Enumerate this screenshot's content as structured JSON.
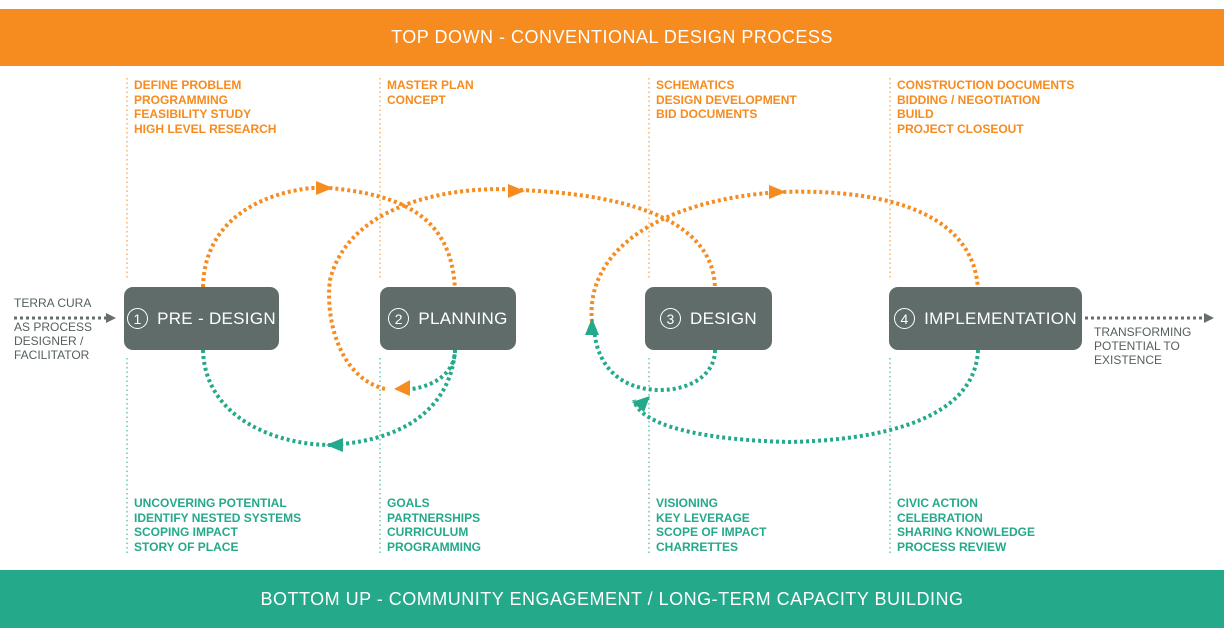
{
  "colors": {
    "orange": "#f68b1f",
    "green": "#24a98a",
    "stage": "#5f6c6a",
    "arrow_gray": "#666f6e"
  },
  "top_band": {
    "label": "TOP DOWN - CONVENTIONAL DESIGN PROCESS"
  },
  "bottom_band": {
    "label": "BOTTOM UP - COMMUNITY ENGAGEMENT /  LONG-TERM CAPACITY BUILDING"
  },
  "left_label": {
    "line1": "TERRA CURA",
    "line2": "AS PROCESS",
    "line3": "DESIGNER /",
    "line4": "FACILITATOR"
  },
  "right_label": {
    "line1": "TRANSFORMING",
    "line2": "POTENTIAL TO",
    "line3": "EXISTENCE"
  },
  "stages": [
    {
      "number": "1",
      "label": "PRE - DESIGN",
      "top": [
        "DEFINE PROBLEM",
        "PROGRAMMING",
        "FEASIBILITY STUDY",
        "HIGH LEVEL RESEARCH"
      ],
      "bottom": [
        "UNCOVERING POTENTIAL",
        "IDENTIFY NESTED SYSTEMS",
        "SCOPING IMPACT",
        "STORY OF PLACE"
      ]
    },
    {
      "number": "2",
      "label": "PLANNING",
      "top": [
        "MASTER PLAN",
        "CONCEPT"
      ],
      "bottom": [
        "GOALS",
        "PARTNERSHIPS",
        "CURRICULUM",
        "PROGRAMMING"
      ]
    },
    {
      "number": "3",
      "label": "DESIGN",
      "top": [
        "SCHEMATICS",
        "DESIGN DEVELOPMENT",
        "BID DOCUMENTS"
      ],
      "bottom": [
        "VISIONING",
        "KEY LEVERAGE",
        "SCOPE OF IMPACT",
        "CHARRETTES"
      ]
    },
    {
      "number": "4",
      "label": "IMPLEMENTATION",
      "top": [
        "CONSTRUCTION DOCUMENTS",
        "BIDDING / NEGOTIATION",
        "BUILD",
        "PROJECT CLOSEOUT"
      ],
      "bottom": [
        "CIVIC ACTION",
        "CELEBRATION",
        "SHARING  KNOWLEDGE",
        "PROCESS REVIEW"
      ]
    }
  ]
}
